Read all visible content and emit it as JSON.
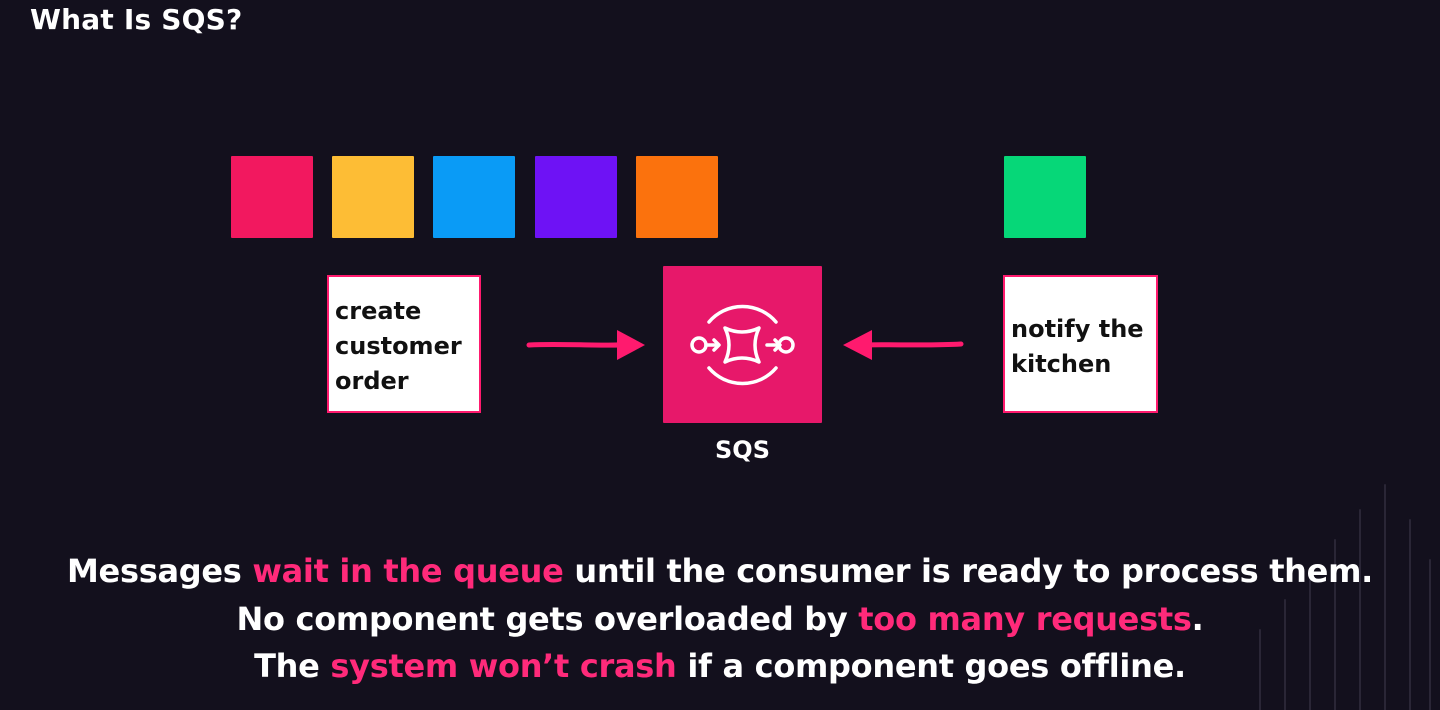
{
  "title": "What Is SQS?",
  "colors": {
    "background": "#13101d",
    "accent": "#ff1a6e",
    "highlight_text": "#ff2a7a",
    "sqs_tile": "#e7186a"
  },
  "message_squares": [
    {
      "color": "#f2185f"
    },
    {
      "color": "#fdbd35"
    },
    {
      "color": "#0a9bf6"
    },
    {
      "color": "#6e12f5"
    },
    {
      "color": "#fb720d"
    }
  ],
  "processed_square": {
    "color": "#06d778"
  },
  "producer": {
    "lines": [
      "create",
      "customer",
      "order"
    ]
  },
  "consumer": {
    "lines": [
      "notify the",
      "kitchen"
    ]
  },
  "queue": {
    "label": "SQS",
    "icon": "sqs-queue-icon"
  },
  "captions": [
    {
      "before": "Messages ",
      "highlight": "wait in the queue",
      "after": " until the consumer is ready to process them."
    },
    {
      "before": "No component gets overloaded by ",
      "highlight": "too many requests",
      "after": "."
    },
    {
      "before": "The ",
      "highlight": "system won’t crash",
      "after": " if a component goes offline."
    }
  ]
}
